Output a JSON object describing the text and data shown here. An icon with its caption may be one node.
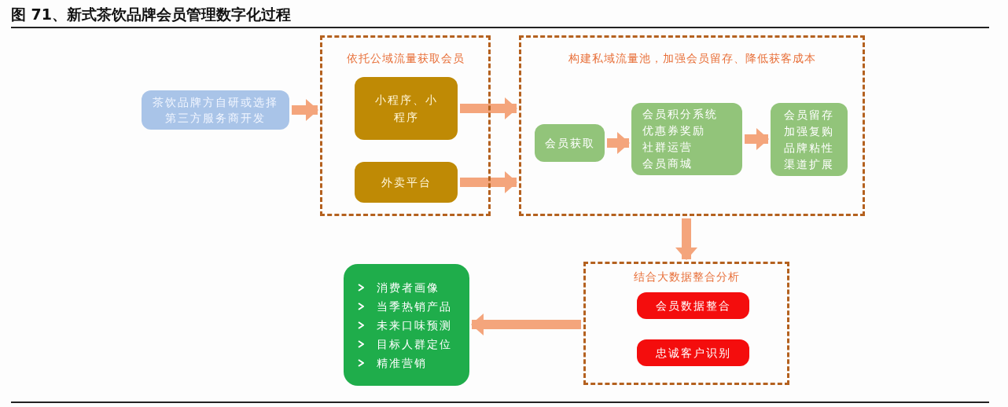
{
  "diagram": {
    "title": "图 71、新式茶饮品牌会员管理数字化过程",
    "nodes": [
      {
        "text": [
          "茶饮品牌方自研或选择第三方服务商开发"
        ]
      },
      {
        "text": [
          "依托公域流量获取会员"
        ]
      },
      {
        "text": [
          "小程序、小程序"
        ],
        "in": 1
      },
      {
        "text": [
          "外卖平台"
        ],
        "in": 1
      },
      {
        "text": [
          "构建私域流量池，加强会员留存、降低获客成本"
        ]
      },
      {
        "text": [
          "会员获取"
        ],
        "in": 4
      },
      {
        "text": [
          "会员积分系统",
          "优惠券奖励",
          "社群运营",
          "会员商城"
        ],
        "in": 4
      },
      {
        "text": [
          "会员留存",
          "加强复购",
          "品牌粘性",
          "渠道扩展"
        ],
        "in": 4
      },
      {
        "text": [
          "结合大数据整合分析"
        ]
      },
      {
        "text": [
          "会员数据整合"
        ],
        "in": 8
      },
      {
        "text": [
          "忠诚客户识别"
        ],
        "in": 8
      },
      {
        "text": [
          "消费者画像",
          "当季热销产品",
          "未来口味预测",
          "目标人群定位",
          "精准营销"
        ]
      }
    ],
    "edges": [
      {
        "from": 0,
        "to": 1,
        "arrow": "to"
      },
      {
        "from": 2,
        "to": 4,
        "arrow": "to"
      },
      {
        "from": 3,
        "to": 4,
        "arrow": "to"
      },
      {
        "from": 5,
        "to": 6,
        "arrow": "to"
      },
      {
        "from": 6,
        "to": 7,
        "arrow": "to"
      },
      {
        "from": 4,
        "to": 8,
        "arrow": "to"
      },
      {
        "from": 8,
        "to": 11,
        "arrow": "to"
      }
    ]
  }
}
